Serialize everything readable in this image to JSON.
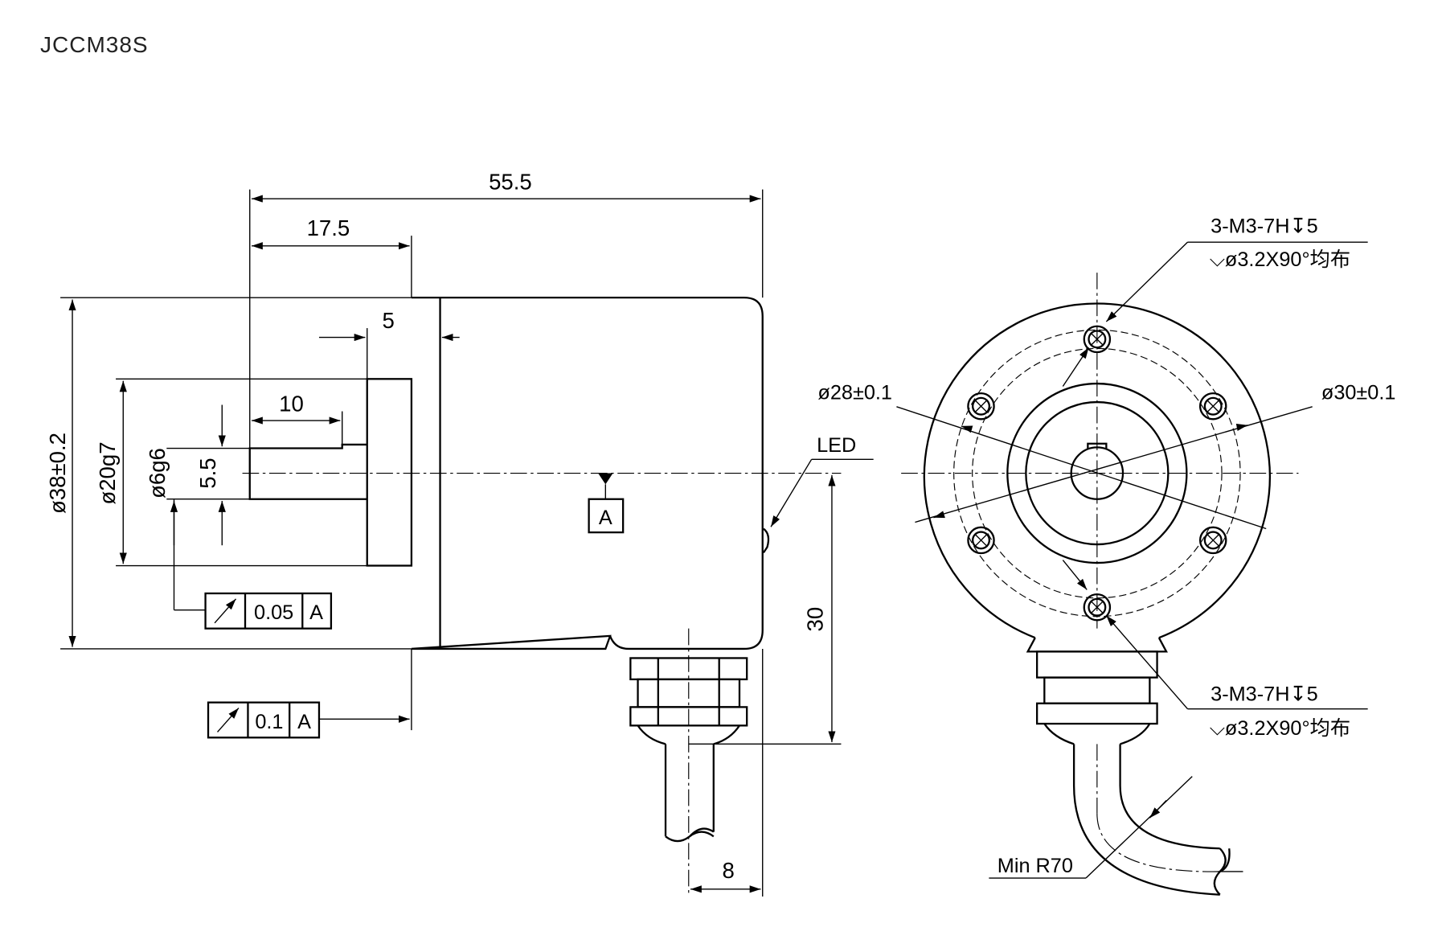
{
  "title": "JCCM38S",
  "dims": {
    "overall_length": "55.5",
    "shaft_to_flange": "17.5",
    "flange_thk": "5",
    "shaft_len": "10",
    "body_dia": "ø38±0.2",
    "boss_dia": "ø20g7",
    "shaft_dia": "ø6g6",
    "flat": "5.5",
    "cable_height": "30",
    "cable_offset": "8",
    "pcd_inner": "ø28±0.1",
    "pcd_outer": "ø30±0.1",
    "bend_radius": "Min R70"
  },
  "tolerances": [
    {
      "value": "0.05",
      "datum": "A"
    },
    {
      "value": "0.1",
      "datum": "A"
    }
  ],
  "datum": "A",
  "led_label": "LED",
  "hole_callouts": [
    {
      "line1": "3-M3-7H↧5",
      "line2": "⌵ø3.2X90°均布"
    },
    {
      "line1": "3-M3-7H↧5",
      "line2": "⌵ø3.2X90°均布"
    }
  ]
}
